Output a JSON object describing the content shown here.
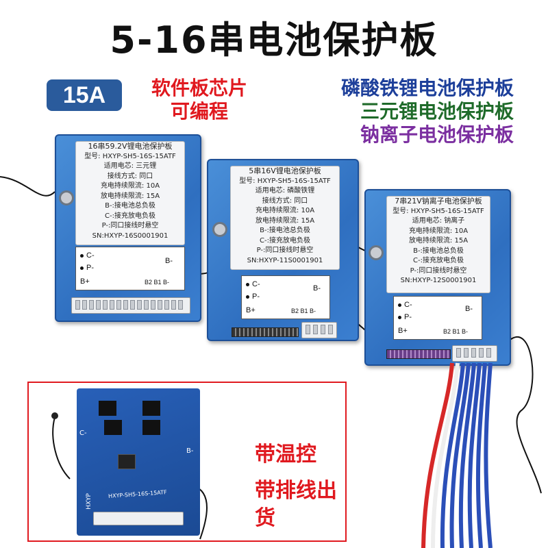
{
  "title": "5-16串电池保护板",
  "badge": "15A",
  "feature_left": {
    "line1": "软件板芯片",
    "line2": "可编程"
  },
  "battery_types": [
    {
      "text": "磷酸铁锂电池保护板",
      "color": "#1d3f9a"
    },
    {
      "text": "三元锂电池保护板",
      "color": "#1f6b2a"
    },
    {
      "text": "钠离子电池保护板",
      "color": "#7b2fa0"
    }
  ],
  "boards": [
    {
      "lines": [
        "16串59.2V锂电池保护板",
        "型号: HXYP-SH5-16S-15ATF",
        "适用电芯: 三元锂",
        "接线方式: 同口",
        "充电持续限流: 10A",
        "放电持续限流: 15A",
        "B-:接电池总负极",
        "C-:接充放电负极",
        "P-:同口接线时悬空",
        "SN:HXYP-16S0001901"
      ],
      "pins": {
        "c": "C-",
        "p": "P-",
        "bminus": "B-",
        "bplus": "B+",
        "b2b1": "B2 B1 B-"
      }
    },
    {
      "lines": [
        "5串16V锂电池保护板",
        "型号: HXYP-SH5-16S-15ATF",
        "适用电芯: 磷酸铁锂",
        "接线方式: 同口",
        "充电持续限流: 10A",
        "放电持续限流: 15A",
        "B-:接电池总负极",
        "C-:接充放电负极",
        "P-:同口接线时悬空",
        "SN:HXYP-11S0001901"
      ],
      "pins": {
        "c": "C-",
        "p": "P-",
        "bminus": "B-",
        "bplus": "B+",
        "b2b1": "B2 B1 B-"
      }
    },
    {
      "lines": [
        "7串21V钠离子电池保护板",
        "型号: HXYP-SH5-16S-15ATF",
        "适用电芯: 钠离子",
        "充电持续限流: 10A",
        "放电持续限流: 15A",
        "B-:接电池总负极",
        "C-:接充放电负极",
        "P-:同口接线时悬空",
        "SN:HXYP-12S0001901"
      ],
      "pins": {
        "c": "C-",
        "p": "P-",
        "bminus": "B-",
        "bplus": "B+",
        "b2b1": "B2 B1 B-"
      }
    }
  ],
  "inset_pcb": {
    "silk_model": "HXYP-SH5-16S-15ATF",
    "silk_brand": "HXYP",
    "silk_c": "C-",
    "silk_b": "B-"
  },
  "features": {
    "temp": "带温控",
    "cable": "带排线出货"
  },
  "colors": {
    "title": "#111111",
    "badge_bg": "#2a5b9c",
    "accent_red": "#e0191f",
    "board_blue": "#3a7fd0"
  }
}
